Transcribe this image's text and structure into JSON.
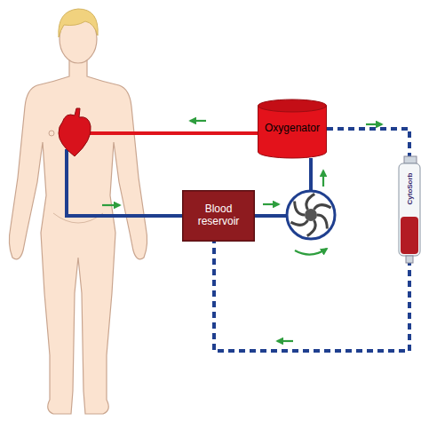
{
  "diagram": {
    "nodes": [
      {
        "text": [
          "Oxygenator"
        ]
      },
      {
        "text": [
          "Blood reservoir"
        ]
      }
    ],
    "edges": [
      {
        "from": 1,
        "to": 0,
        "arrow": "none"
      },
      {
        "from": 0,
        "to": 1,
        "arrow": "none"
      }
    ],
    "labels": [
      "CytoSorb"
    ]
  }
}
